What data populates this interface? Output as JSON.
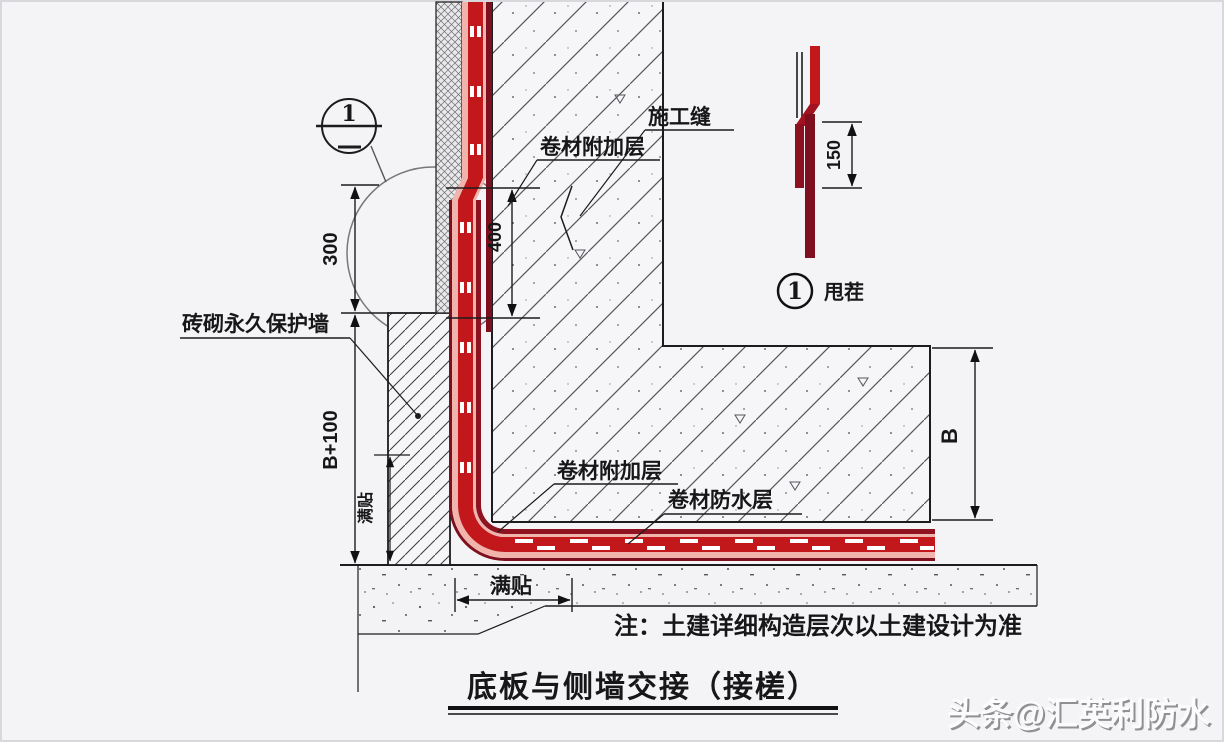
{
  "page": {
    "watermark": "头条@汇英利防水"
  },
  "drawing": {
    "title": "底板与侧墙交接（接槎）",
    "note": "注：土建详细构造层次以土建设计为准",
    "labels": {
      "construction_joint": "施工缝",
      "membrane_add_top": "卷材附加层",
      "brick_protect_wall": "砖砌永久保护墙",
      "membrane_add_mid": "卷材附加层",
      "membrane_waterproof": "卷材防水层",
      "full_stick_h": "满贴",
      "full_stick_v": "满贴",
      "detail_name": "甩茬"
    },
    "callout": {
      "bubble_number": "1",
      "detail_number": "1"
    },
    "dims": {
      "v300": "300",
      "vB100": "B+100",
      "v400": "400",
      "v150": "150",
      "vB": "B"
    },
    "colors": {
      "membrane_red": "#c2181c",
      "membrane_dark_red": "#7e0f1e",
      "membrane_pink": "#f0b4ac",
      "line": "#1c1c1e"
    }
  }
}
